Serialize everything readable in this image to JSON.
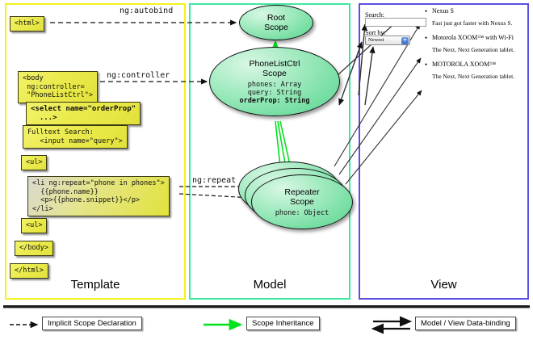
{
  "diagram": {
    "title": "AngularJS Template / Model / View data-binding diagram",
    "panels": [
      {
        "key": "template",
        "label": "Template",
        "border_color": "#f2f21d"
      },
      {
        "key": "model",
        "label": "Model",
        "border_color": "#3fe8a0"
      },
      {
        "key": "view",
        "label": "View",
        "border_color": "#5b4fe0"
      }
    ]
  },
  "template": {
    "boxes": [
      {
        "name": "html-open",
        "code": "<html>"
      },
      {
        "name": "body-open",
        "code": "<body\n ng:controller=\n \"PhoneListCtrl\">"
      },
      {
        "name": "select",
        "code": "<select name=\"orderProp\"\n  ...>"
      },
      {
        "name": "fulltext",
        "code": "Fulltext Search:\n   <input name=\"query\">"
      },
      {
        "name": "ul-open",
        "code": "<ul>"
      },
      {
        "name": "li-repeat",
        "code": "<li ng:repeat=\"phone in phones\">\n  {{phone.name}}\n  <p>{{phone.snippet}}</p>\n</li>"
      },
      {
        "name": "ul-close",
        "code": "<ul>"
      },
      {
        "name": "body-close",
        "code": "</body>"
      },
      {
        "name": "html-close",
        "code": "</html>"
      }
    ]
  },
  "wires": {
    "autobind": "ng:autobind",
    "controller": "ng:controller",
    "repeat": "ng:repeat"
  },
  "model": {
    "scopes": [
      {
        "name": "root-scope",
        "title": "Root\nScope",
        "title_line1": "Root",
        "title_line2": "Scope",
        "props": ""
      },
      {
        "name": "phonelistctrl-scope",
        "title_line1": "PhoneListCtrl",
        "title_line2": "Scope",
        "props_plain": "phones: Array\nquery: String",
        "props_bold": "orderProp: String"
      },
      {
        "name": "repeater-scope",
        "title_line1": "Repeater",
        "title_line2": "Scope",
        "props_plain": "phone: Object"
      }
    ]
  },
  "view": {
    "search_label": "Search:",
    "search_value": "",
    "search_placeholder": "",
    "sort_label": "Sort by:",
    "sort_selected": "Newest",
    "sort_options": [
      "Newest"
    ],
    "phones": [
      {
        "name": "Nexus S",
        "snippet": "Fast just got faster with Nexus S."
      },
      {
        "name": "Motorola XOOM™  with Wi-Fi",
        "snippet": "The Next, Next Generation tablet."
      },
      {
        "name": "MOTOROLA XOOM™",
        "snippet": "The Next, Next Generation tablet."
      }
    ]
  },
  "legend": {
    "items": [
      {
        "name": "implicit-scope-declaration",
        "label": "Implicit Scope Declaration",
        "line_style": "dashed",
        "color": "#111111"
      },
      {
        "name": "scope-inheritance",
        "label": "Scope Inheritance",
        "line_style": "solid",
        "color": "#00e21e"
      },
      {
        "name": "model-view-data-binding",
        "label": "Model / View Data-binding",
        "line_style": "double-arrow",
        "color": "#111111"
      }
    ]
  }
}
